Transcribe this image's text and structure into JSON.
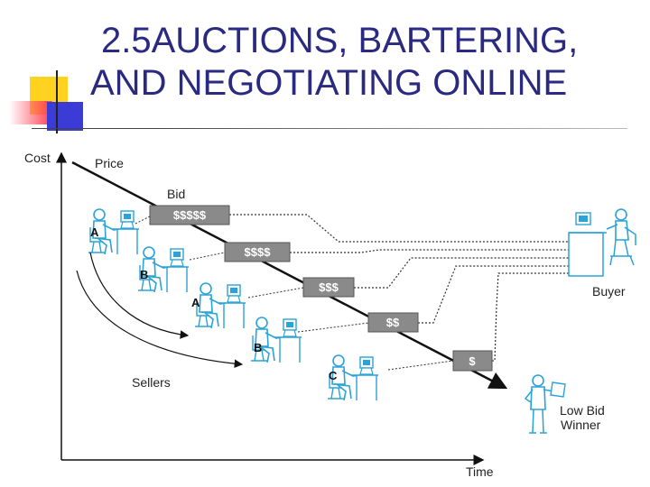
{
  "slide": {
    "title_line1": "2.5AUCTIONS, BARTERING,",
    "title_line2": "AND NEGOTIATING ONLINE"
  },
  "diagram": {
    "y_axis_label": "Cost",
    "x_axis_label": "Time",
    "price_label": "Price",
    "bid_label": "Bid",
    "sellers_label": "Sellers",
    "buyer_label": "Buyer",
    "winner_line1": "Low Bid",
    "winner_line2": "Winner",
    "bids": [
      "$$$$$",
      "$$$$",
      "$$$",
      "$$",
      "$"
    ],
    "seller_letters": [
      "A",
      "B",
      "A",
      "B",
      "C"
    ],
    "colors": {
      "bid_box": "#8a8a8a",
      "title": "#2a2a80",
      "figure": "#2aa3d8"
    }
  }
}
